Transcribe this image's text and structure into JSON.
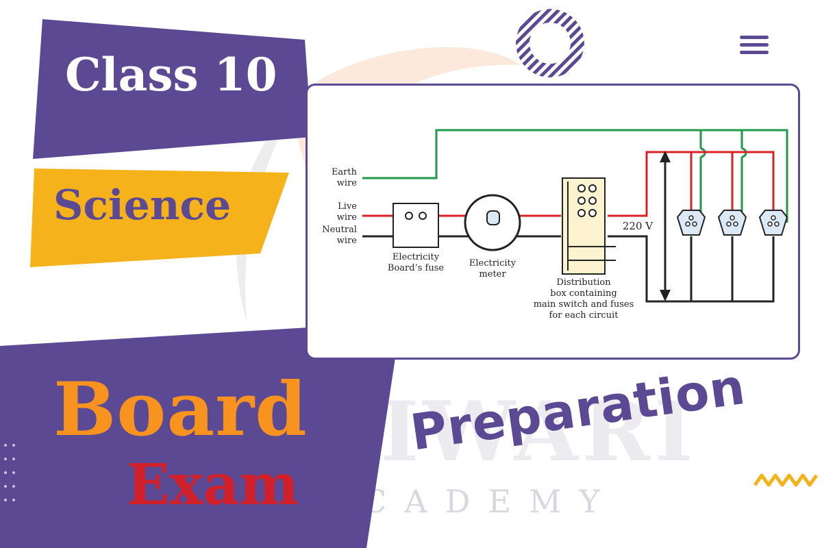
{
  "banner": {
    "class_label": "Class 10",
    "subject_label": "Science",
    "board_label": "Board",
    "exam_label": "Exam",
    "prep_label": "Preparation"
  },
  "watermark": {
    "line1": "TIWARI",
    "line2": "ACADEMY"
  },
  "diagram": {
    "earth_label_1": "Earth",
    "earth_label_2": "wire",
    "live_label_1": "Live",
    "live_label_2": "wire",
    "neutral_label_1": "Neutral",
    "neutral_label_2": "wire",
    "fuse_label_1": "Electricity",
    "fuse_label_2": "Board’s fuse",
    "meter_label_1": "Electricity",
    "meter_label_2": "meter",
    "dist_label_1": "Distribution",
    "dist_label_2": "box containing",
    "dist_label_3": "main switch and fuses",
    "dist_label_4": "for each circuit",
    "voltage_label": "220 V"
  },
  "colors": {
    "purple": "#5b4a93",
    "orange": "#f7931e",
    "yellow": "#f5b21a",
    "red": "#d0202a",
    "earth": "#1f9a48",
    "live": "#d92027"
  },
  "icons": {
    "menu": "hamburger-menu-icon",
    "ring": "striped-ring-decoration",
    "zigzag": "zigzag-decoration"
  }
}
